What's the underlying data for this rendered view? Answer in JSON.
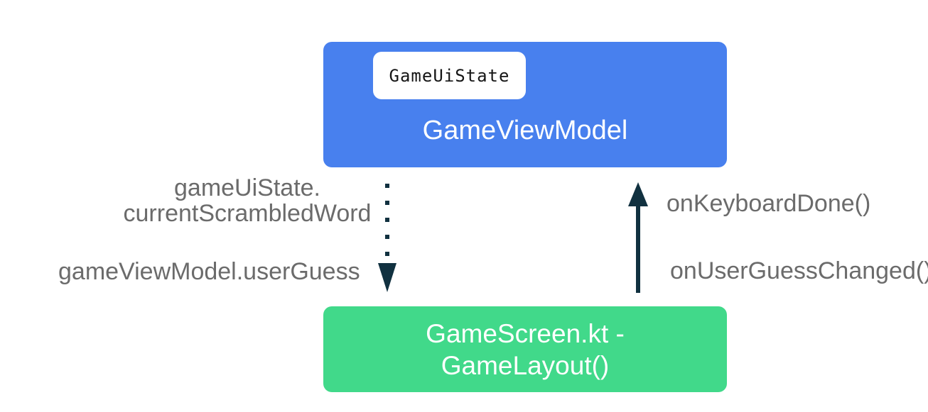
{
  "diagram": {
    "viewmodel_box": {
      "title": "GameViewModel",
      "chip_label": "GameUiState",
      "color": "#4880EE"
    },
    "screen_box": {
      "title": "GameScreen.kt -\nGameLayout()",
      "color": "#41D98A"
    },
    "state_flow": {
      "direction": "down",
      "style": "dotted",
      "state_label": "gameUiState.\ncurrentScrambledWord",
      "guess_label": "gameViewModel.userGuess"
    },
    "event_flow": {
      "direction": "up",
      "style": "solid",
      "labels": [
        "onKeyboardDone()",
        "onUserGuessChanged()"
      ]
    },
    "colors": {
      "arrow": "#113140",
      "label_text": "#6B6B6B",
      "viewmodel_box": "#4880EE",
      "screen_box": "#41D98A",
      "chip_background": "#FFFFFF"
    }
  }
}
